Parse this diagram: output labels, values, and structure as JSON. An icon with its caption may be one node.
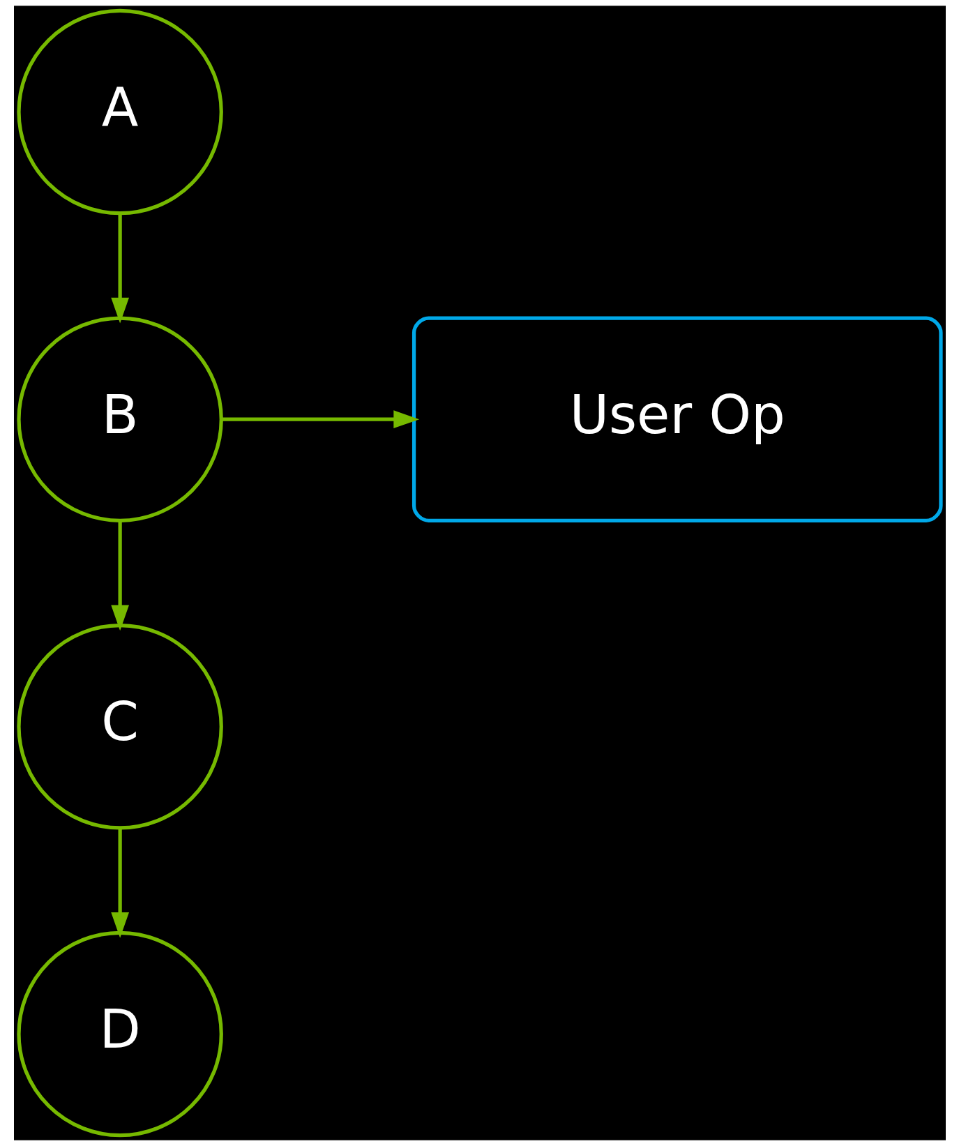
{
  "diagram": {
    "nodes": [
      {
        "text": [
          "A"
        ]
      },
      {
        "text": [
          "B"
        ]
      },
      {
        "text": [
          "User Op"
        ]
      },
      {
        "text": [
          "C"
        ]
      },
      {
        "text": [
          "D"
        ]
      }
    ],
    "edges": [
      {
        "from": 0,
        "to": 1,
        "arrow": "to"
      },
      {
        "from": 1,
        "to": 2,
        "arrow": "to"
      },
      {
        "from": 1,
        "to": 3,
        "arrow": "to"
      },
      {
        "from": 3,
        "to": 4,
        "arrow": "to"
      }
    ]
  }
}
